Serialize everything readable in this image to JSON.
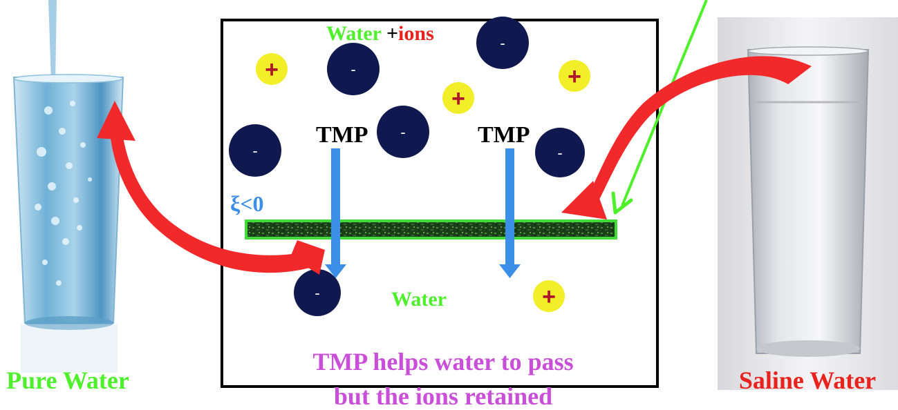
{
  "left_glass": {
    "caption": "Pure Water"
  },
  "right_glass": {
    "caption": "Saline Water"
  },
  "box": {
    "top_label_water": "Water ",
    "top_label_plus": "+",
    "top_label_ions": "ions",
    "tmp_left": "TMP",
    "tmp_right": "TMP",
    "zeta_label": "ξ<0",
    "bottom_water_label": "Water",
    "caption_line1": "TMP helps water to pass",
    "caption_line2": "but the ions retained"
  },
  "ion_symbols": {
    "anion": "-",
    "cation": "+"
  },
  "colors": {
    "green_text": "#4ef02c",
    "red_text": "#e8231d",
    "magenta_text": "#c94fd8",
    "blue_arrow": "#3b8fe6",
    "anion_fill": "#10194f",
    "cation_fill": "#f2ee2a",
    "red_arrow": "#f2292a",
    "membrane_border": "#3fdc3a",
    "membrane_fill": "#1c4a1c"
  }
}
